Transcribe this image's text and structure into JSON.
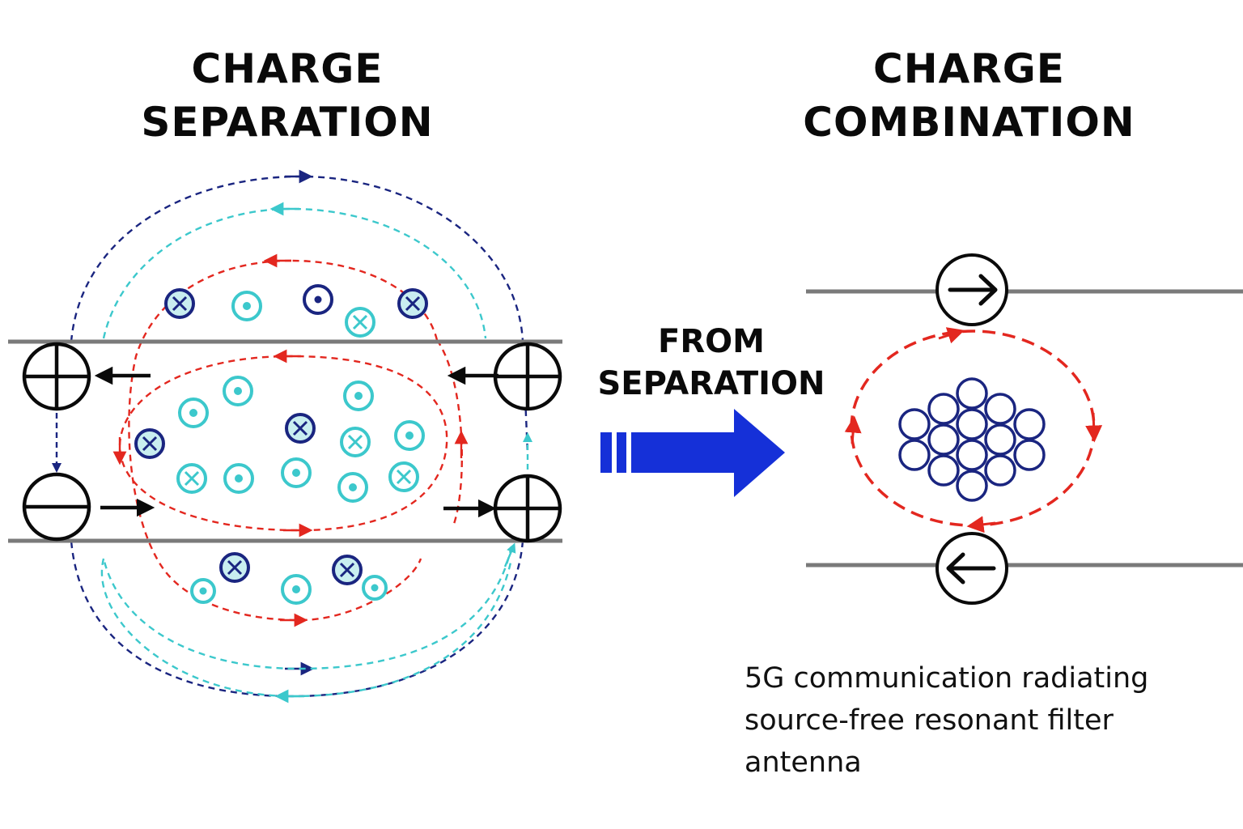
{
  "titles": {
    "left": [
      "CHARGE",
      "SEPARATION"
    ],
    "right": [
      "CHARGE",
      "COMBINATION"
    ]
  },
  "transition_label": [
    "FROM",
    "SEPARATION"
  ],
  "caption": [
    "5G communication radiating",
    "source-free resonant filter",
    "antenna"
  ],
  "colors": {
    "navy": "#1a2580",
    "cyan": "#3cc8cc",
    "red": "#e3271f",
    "black": "#0a0a0a",
    "conductor": "#7a7a7a",
    "big_arrow": "#1530d8",
    "dot_fill_light": "#c9eef0"
  },
  "charges": {
    "left_top": "plus",
    "left_bottom": "minus",
    "right_top": "plus",
    "right_bottom": "plus",
    "combination_top": "arrow-right",
    "combination_bottom": "arrow-left"
  },
  "field_symbols": {
    "dot": "out-of-page-icon",
    "cross": "into-page-icon"
  }
}
